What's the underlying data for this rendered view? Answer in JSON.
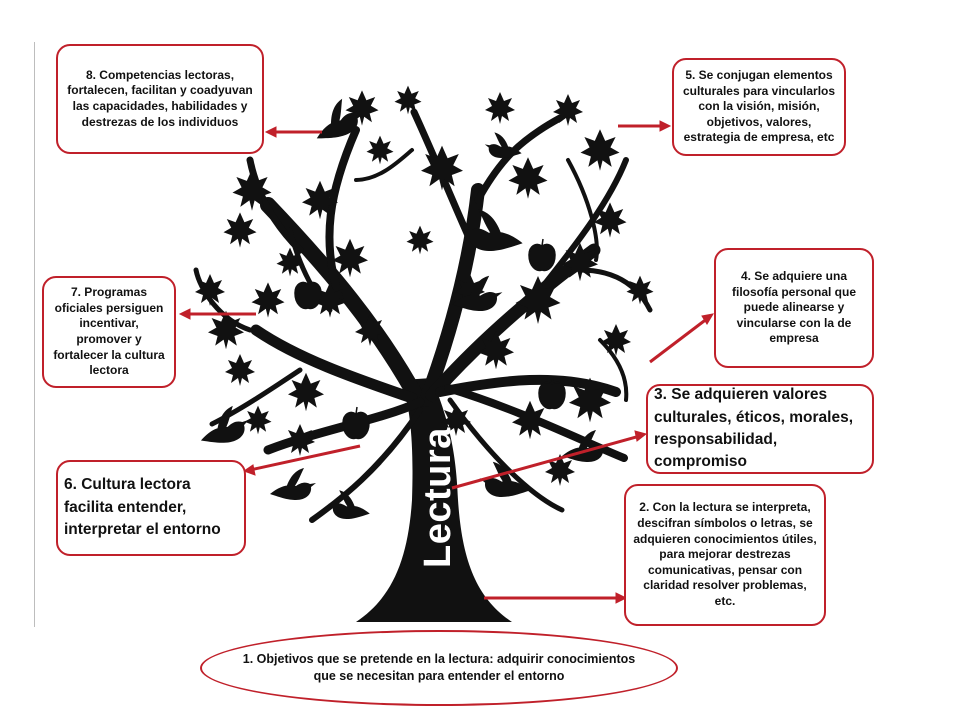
{
  "tree": {
    "trunk_label": "Lectura"
  },
  "colors": {
    "accent": "#c0202a",
    "tree": "#111111"
  },
  "boxes": {
    "b1": {
      "text": "1. Objetivos que se pretende en la lectura: adquirir conocimientos que se necesitan para entender el entorno"
    },
    "b2": {
      "text": "2. Con la lectura se interpreta, descifran símbolos o letras, se adquieren conocimientos útiles, para mejorar destrezas comunicativas, pensar con claridad resolver problemas, etc."
    },
    "b3": {
      "text": "3. Se adquieren valores culturales, éticos, morales, responsabilidad, compromiso"
    },
    "b4": {
      "text": "4. Se adquiere una filosofía personal que puede alinearse y vincularse con la de empresa"
    },
    "b5": {
      "text": "5. Se conjugan elementos culturales para vincularlos con la visión, misión, objetivos, valores, estrategia de empresa, etc"
    },
    "b6": {
      "text": "6. Cultura lectora facilita entender, interpretar el entorno"
    },
    "b7": {
      "text": "7. Programas oficiales persiguen incentivar, promover y fortalecer la cultura lectora"
    },
    "b8": {
      "text": "8. Competencias lectoras, fortalecen, facilitan y coadyuvan las capacidades, habilidades y destrezas de los individuos"
    }
  }
}
